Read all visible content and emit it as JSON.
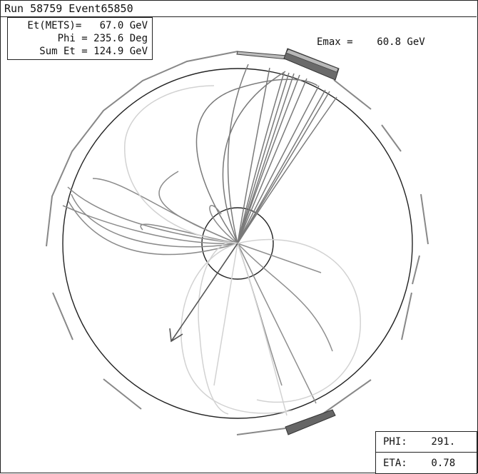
{
  "header": {
    "run_event": "Run 58759 Event65850"
  },
  "info": {
    "et_mets": "Et(METS)=   67.0 GeV",
    "phi": "Phi = 235.6 Deg",
    "sum_et": "Sum Et = 124.9 GeV"
  },
  "emax": "Emax =    60.8 GeV",
  "coords": {
    "phi": "PHI:    291.",
    "eta": "ETA:    0.78"
  },
  "colors": {
    "frame": "#222222",
    "track_dark": "#777777",
    "track_mid": "#a0a0a0",
    "track_light": "#d4d4d4",
    "tower_dark": "#666666",
    "tower_light": "#aaaaaa"
  }
}
